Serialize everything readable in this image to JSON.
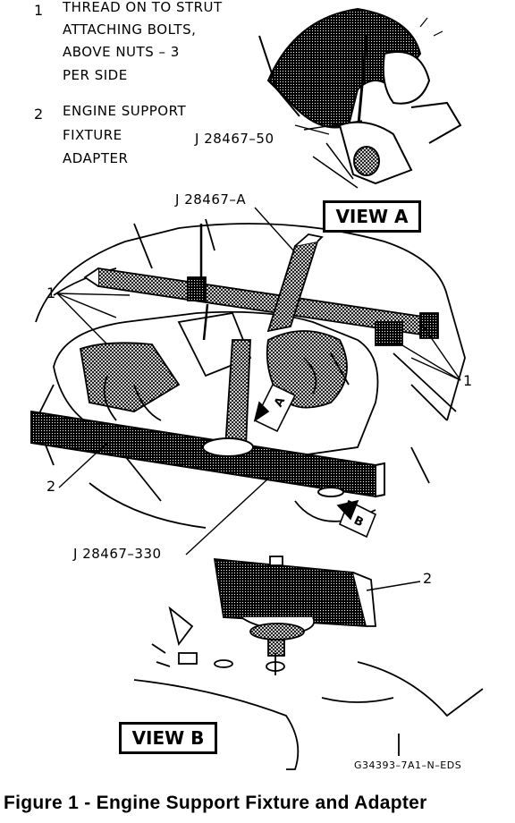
{
  "legend": [
    {
      "number": "1",
      "lines": [
        "THREAD ON TO STRUT",
        "ATTACHING BOLTS,",
        "ABOVE NUTS – 3",
        "PER SIDE"
      ]
    },
    {
      "number": "2",
      "lines": [
        "ENGINE SUPPORT",
        "FIXTURE",
        "ADAPTER"
      ]
    }
  ],
  "callouts": {
    "tool_view_a": "J 28467–50",
    "tool_main": "J  28467–A",
    "tool_adapter": "J 28467–330",
    "item1_left": "1",
    "item1_right": "1",
    "item2_left": "2",
    "item2_right": "2",
    "arrow_a": "A",
    "arrow_b": "B"
  },
  "view_labels": {
    "view_a": "VIEW A",
    "view_b": "VIEW B"
  },
  "drawing_code": "G34393–7A1–N–EDS",
  "caption": "Figure 1 - Engine Support Fixture and Adapter"
}
